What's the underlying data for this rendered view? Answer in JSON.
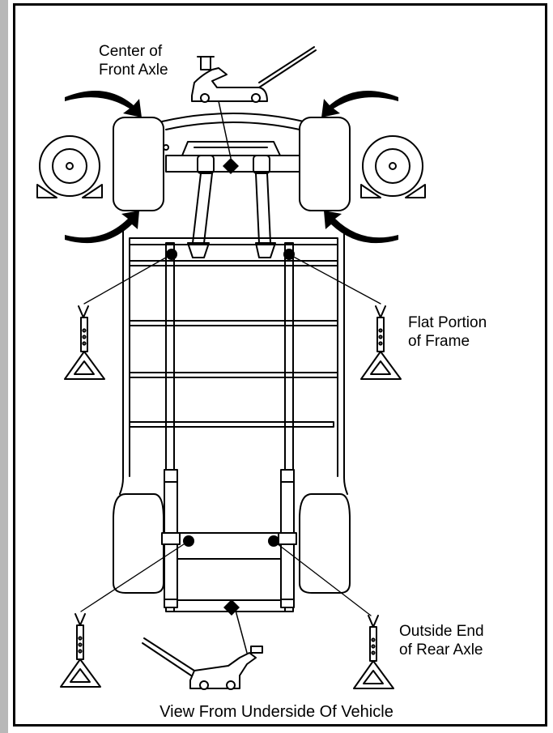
{
  "labels": {
    "front_axle": "Center of\nFront Axle",
    "flat_frame": "Flat Portion\nof Frame",
    "rear_axle": "Outside End\nof Rear Axle"
  },
  "caption": "View From Underside Of Vehicle",
  "colors": {
    "sidebar": "#b8b8b8",
    "line": "#000000",
    "background": "#ffffff"
  }
}
